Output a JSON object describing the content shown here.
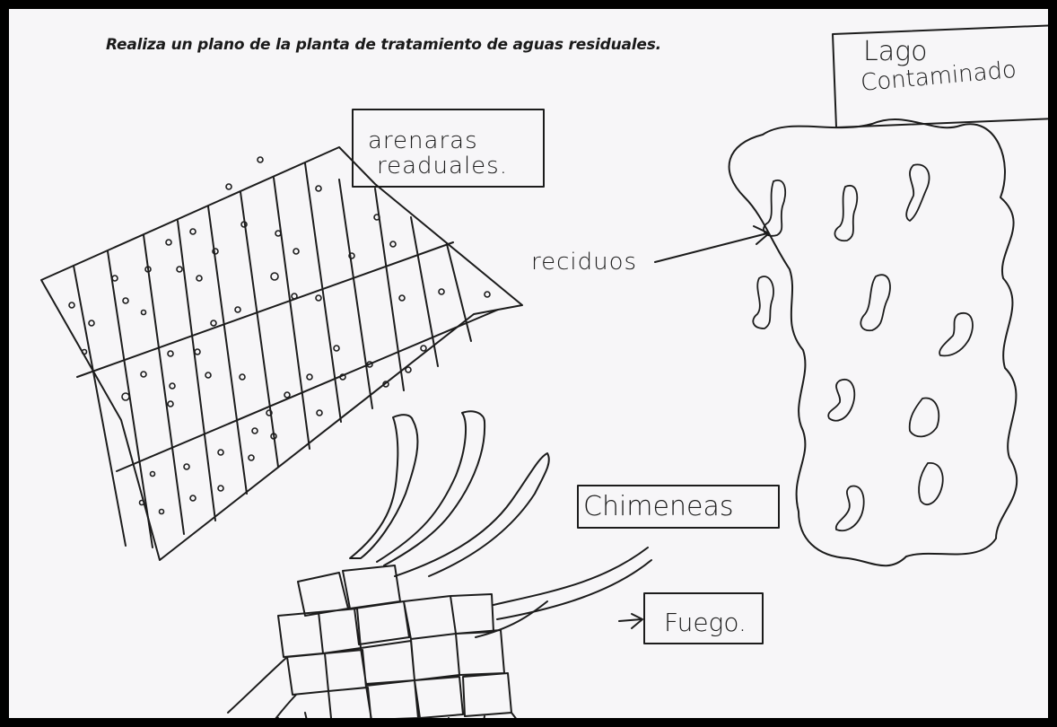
{
  "instruction": "Realiza un plano de la planta de tratamiento de aguas residuales.",
  "labels": {
    "arenas_line1": "arenaras",
    "arenas_line2": "readuales.",
    "lago_line1": "Lago",
    "lago_line2": "Contaminado",
    "residuos": "reciduos",
    "chimeneas": "Chimeneas",
    "fuego": "Fuego."
  },
  "colors": {
    "ink": "#1c1c1c",
    "paper": "#f7f6f8",
    "border": "#000000"
  }
}
